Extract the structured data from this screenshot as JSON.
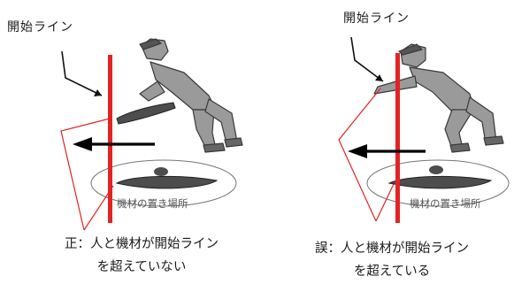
{
  "left_panel": {
    "start_line_label": "開始ライン",
    "placement_label": "機材の置き場所",
    "caption_line1": "正：人と機材が開始ライン",
    "caption_line2": "を超えていない"
  },
  "right_panel": {
    "start_line_label": "開始ライン",
    "placement_label": "機材の置き場所",
    "caption_line1": "誤：人と機材が開始ライン",
    "caption_line2": "を超えている"
  },
  "colors": {
    "start_line": "#e52222",
    "pointer": "#e52222",
    "arrow": "#000000",
    "figure": "#9a9a9a",
    "figure_outline": "#3a3a3a",
    "equipment": "#4d4d4d"
  }
}
